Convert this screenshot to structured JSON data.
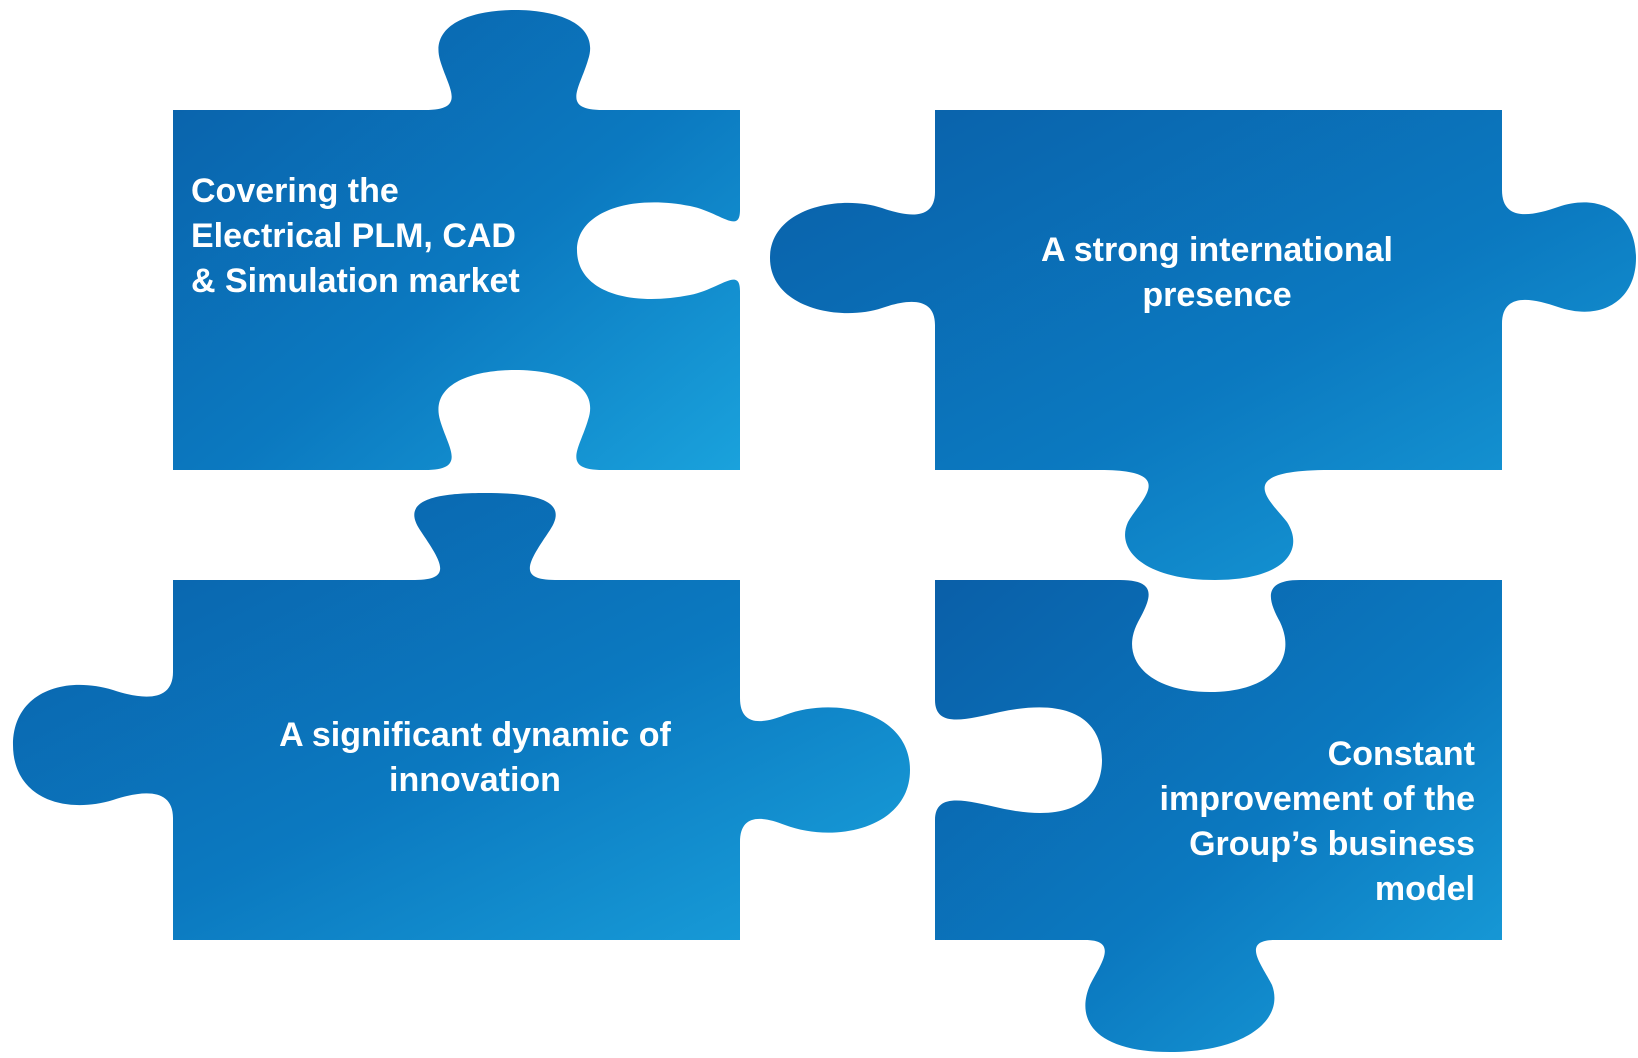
{
  "pieces": [
    {
      "name": "market-coverage",
      "lines": [
        "Covering the",
        "Electrical PLM, CAD",
        "& Simulation market"
      ]
    },
    {
      "name": "international-presence",
      "lines": [
        "A strong international",
        "presence"
      ]
    },
    {
      "name": "innovation",
      "lines": [
        "A significant dynamic of",
        "innovation"
      ]
    },
    {
      "name": "business-model",
      "lines": [
        "Constant",
        "improvement of the",
        "Group’s business",
        "model"
      ]
    }
  ],
  "colors": {
    "piece_dark": "#0a5fa8",
    "piece_mid": "#0b79c0",
    "piece_light": "#1aa2dc",
    "text": "#ffffff",
    "background": "#ffffff"
  }
}
